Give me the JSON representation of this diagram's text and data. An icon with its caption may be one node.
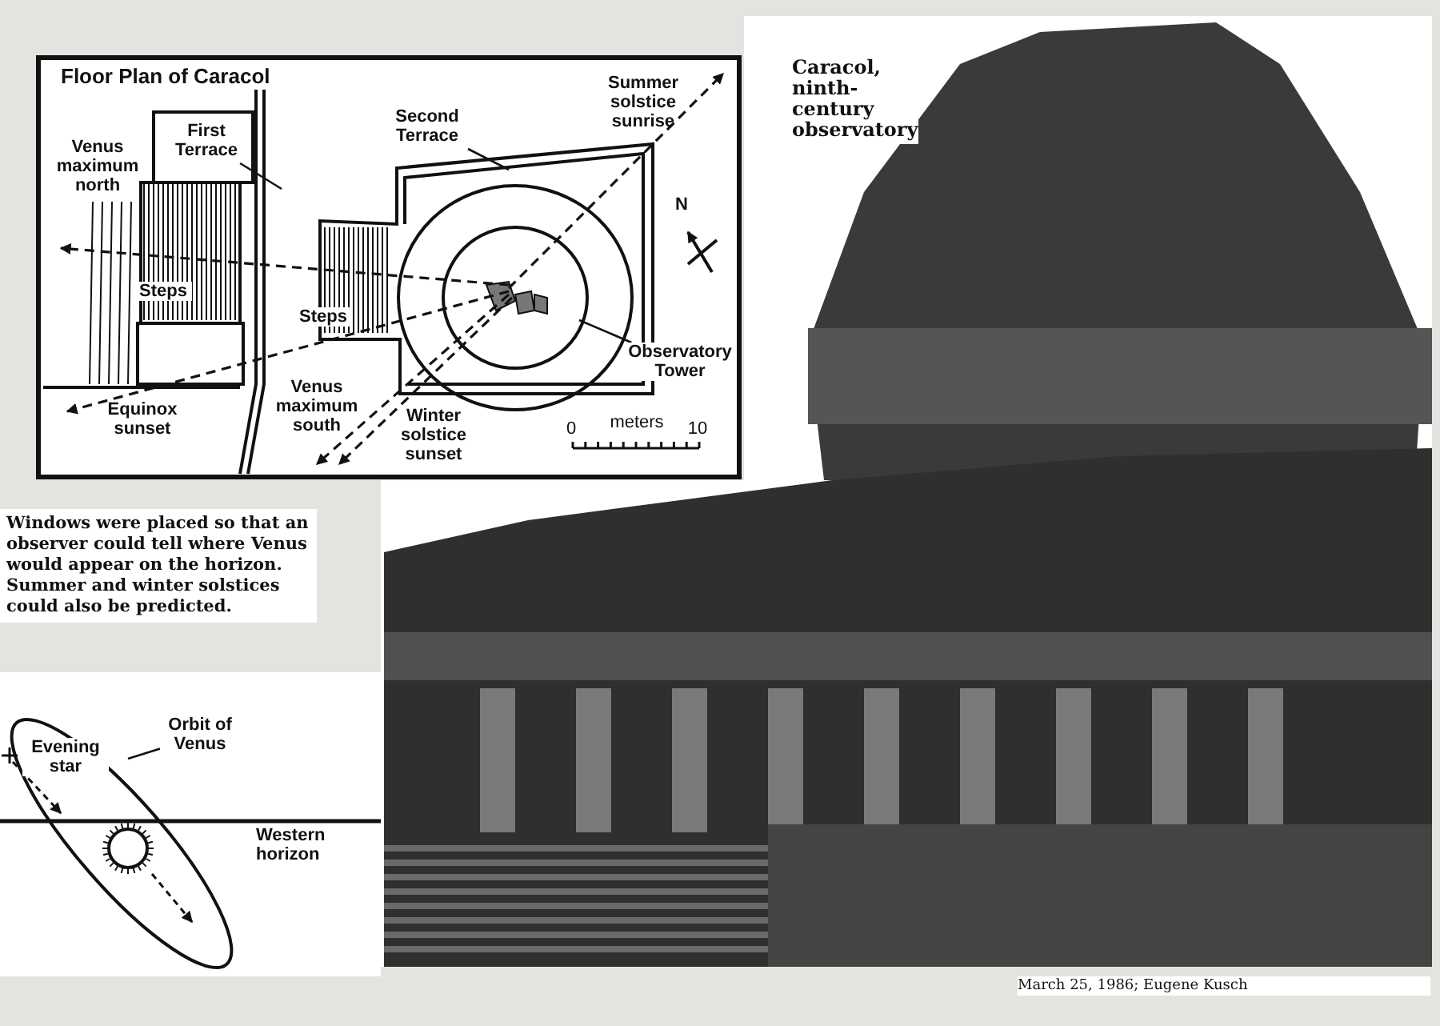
{
  "diagram": {
    "nodes": [
      {
        "text": [
          "First Terrace"
        ]
      },
      {
        "text": [
          "Second Terrace"
        ]
      },
      {
        "text": [
          "Observatory Tower"
        ]
      },
      {
        "text": [
          "Orbit of Venus"
        ]
      },
      {
        "text": [],
        "shape": "ellipse"
      }
    ],
    "edges": [
      {
        "from": 0,
        "to": null,
        "arrow": "none"
      },
      {
        "from": 1,
        "to": null,
        "arrow": "none"
      },
      {
        "from": 2,
        "to": null,
        "arrow": "none"
      },
      {
        "from": 3,
        "to": 4,
        "arrow": "none"
      }
    ],
    "labels": [
      "Floor Plan of Caracol",
      "Summer solstice sunrise",
      "Venus maximum north",
      "N",
      "Steps",
      "Steps",
      "Equinox sunset",
      "Venus maximum south",
      "Winter solstice sunset",
      "0",
      "meters",
      "10",
      "Caracol, ninth-century observatory",
      "Windows were placed so that an observer could tell where Venus would appear on the horizon. Summer and winter solstices could also be predicted.",
      "Evening star",
      "Western horizon",
      "March 25, 1986; Eugene Kusch"
    ]
  }
}
